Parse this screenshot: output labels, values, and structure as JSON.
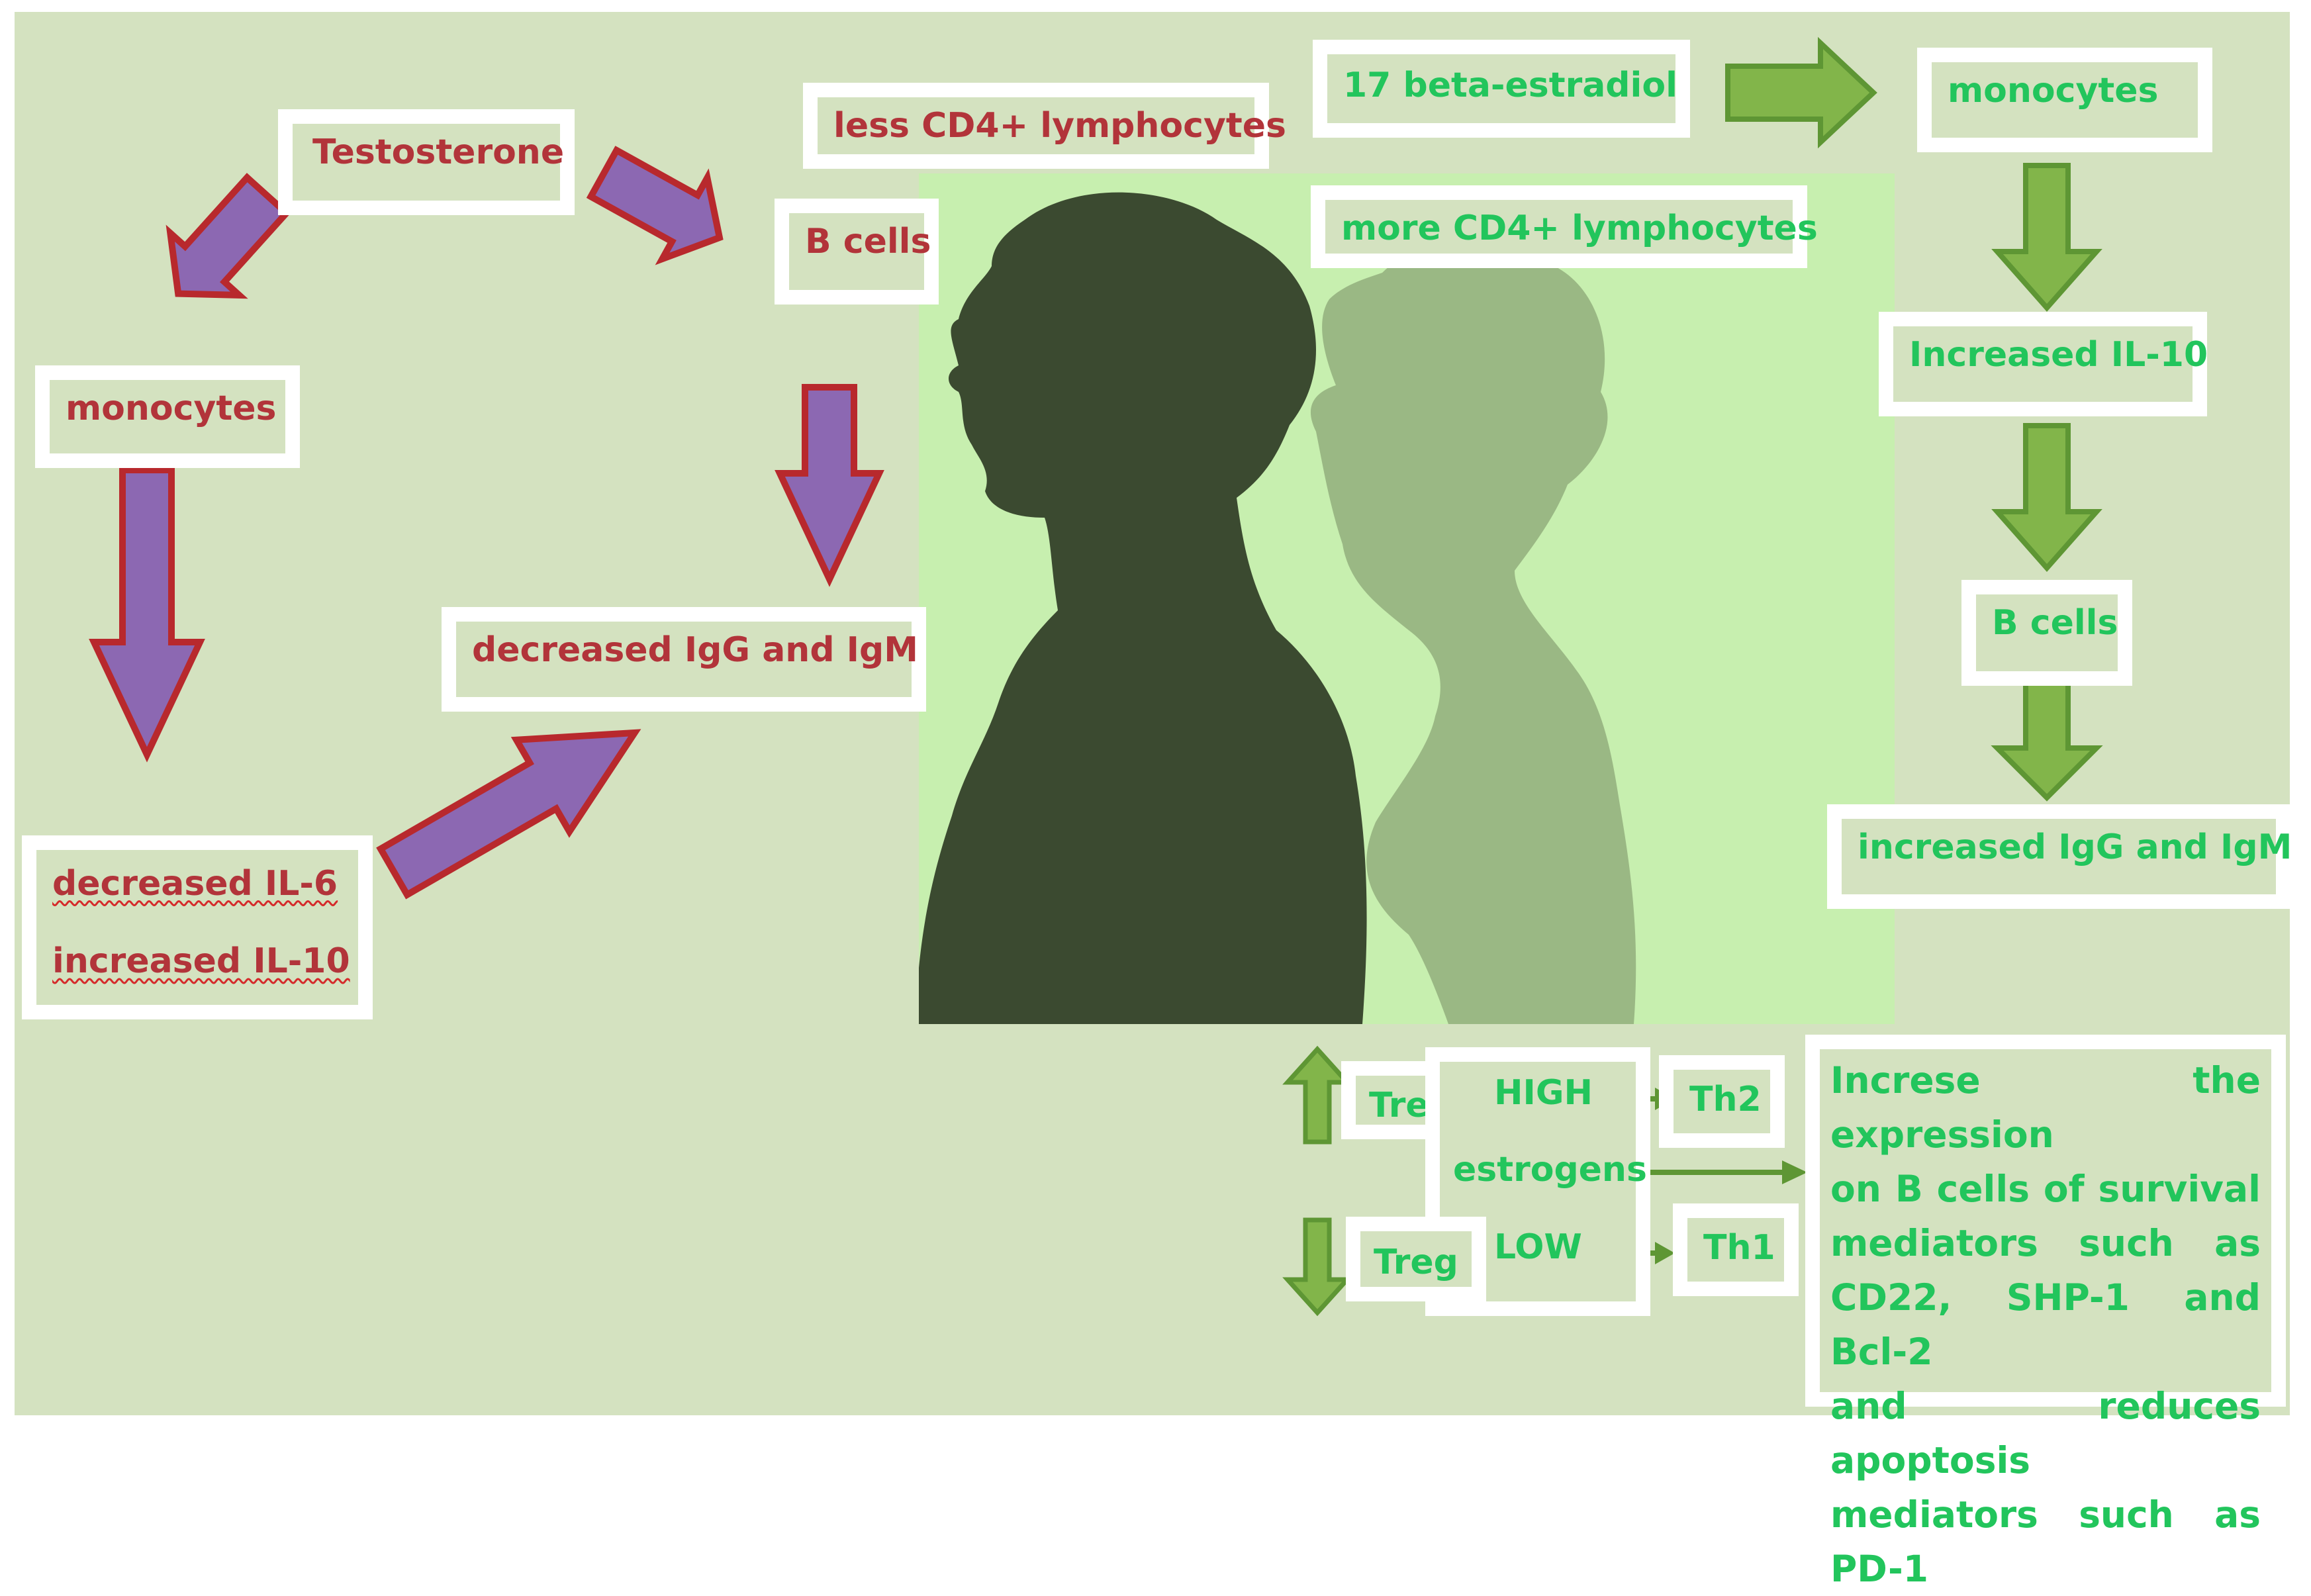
{
  "male_side": {
    "testosterone": "Testosterone",
    "less_cd4": "less CD4+ lymphocytes",
    "b_cells": "B cells",
    "monocytes": "monocytes",
    "decreased_igg_igm": "decreased IgG and IgM",
    "decreased_il6": "decreased IL-6",
    "increased_il10": "increased IL-10"
  },
  "female_side": {
    "estradiol": "17 beta-estradiol",
    "monocytes": "monocytes",
    "more_cd4": "more CD4+ lymphocytes",
    "increased_il10": "Increased IL-10",
    "b_cells": "B cells",
    "increased_igg_igm": "increased IgG and IgM"
  },
  "estrogen_panel": {
    "treg_high": "Treg",
    "treg_low": "Treg",
    "high": "HIGH",
    "estrogens": "estrogens",
    "low": "LOW",
    "th2": "Th2",
    "th1": "Th1",
    "effect_lines": [
      "Increse the expression",
      "on B cells of survival",
      "mediators such as",
      "CD22, SHP-1 and Bcl-2",
      "and reduces apoptosis",
      "mediators such as PD-1"
    ]
  },
  "colors": {
    "background": "#d4e2c0",
    "male_text": "#b2343a",
    "female_text": "#22c55c",
    "male_arrow_fill": "#8c68b2",
    "male_arrow_stroke": "#b8292d",
    "female_arrow_fill": "#82b54a",
    "female_arrow_stroke": "#5e9634",
    "silhouette_male": "#3b4a30",
    "silhouette_female": "#9ab884"
  },
  "icons": [
    "male-head-silhouette-icon",
    "female-head-silhouette-icon",
    "block-arrow-icon"
  ]
}
